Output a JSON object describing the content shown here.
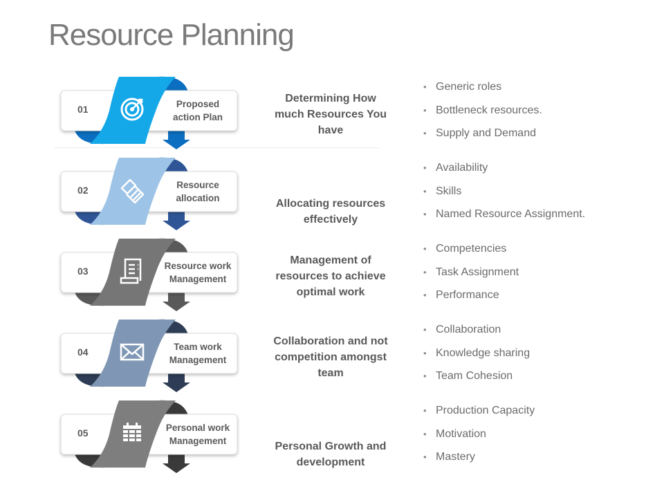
{
  "title": "Resource Planning",
  "steps": [
    {
      "number": "01",
      "label": [
        "Proposed",
        "action Plan"
      ],
      "icon": "target-icon",
      "front": "#14a8e8",
      "dark": "#0b6ec0",
      "heading": [
        "Determining How",
        "much Resources You",
        "have"
      ],
      "bullets": [
        "Generic roles",
        "Bottleneck resources.",
        "Supply and Demand"
      ]
    },
    {
      "number": "02",
      "label": [
        "Resource",
        "allocation"
      ],
      "icon": "handshake-icon",
      "front": "#9dc3e6",
      "dark": "#2f5597",
      "heading": [
        "Allocating resources",
        "effectively"
      ],
      "bullets": [
        "Availability",
        "Skills",
        "Named Resource Assignment."
      ]
    },
    {
      "number": "03",
      "label": [
        "Resource work",
        "Management"
      ],
      "icon": "document-icon",
      "front": "#767676",
      "dark": "#595959",
      "heading": [
        "Management of",
        "resources to achieve",
        "optimal work"
      ],
      "bullets": [
        "Competencies",
        "Task Assignment",
        "Performance"
      ]
    },
    {
      "number": "04",
      "label": [
        "Team work",
        "Management"
      ],
      "icon": "envelope-icon",
      "front": "#7f97b5",
      "dark": "#2e3d55",
      "heading": [
        "Collaboration and not",
        "competition amongst",
        "team"
      ],
      "bullets": [
        "Collaboration",
        "Knowledge sharing",
        "Team Cohesion"
      ]
    },
    {
      "number": "05",
      "label": [
        "Personal work",
        "Management"
      ],
      "icon": "calendar-icon",
      "front": "#7e7e7e",
      "dark": "#3a3a3a",
      "heading": [
        "Personal Growth and",
        "development"
      ],
      "bullets": [
        "Production Capacity",
        "Motivation",
        "Mastery"
      ]
    }
  ]
}
